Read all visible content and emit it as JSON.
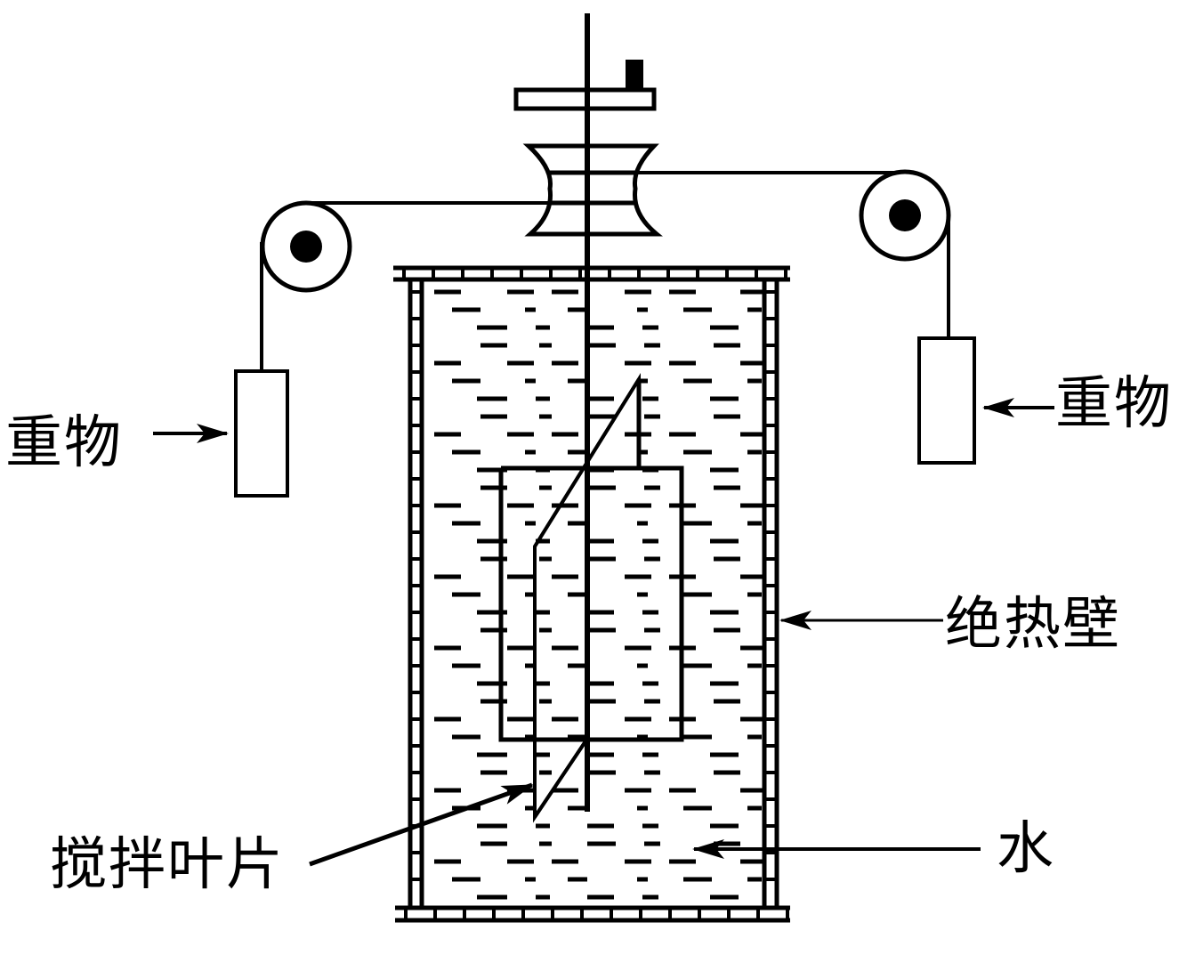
{
  "diagram": {
    "title": "焦耳热功当量实验装置",
    "colors": {
      "ink": "#000000",
      "background": "#ffffff"
    },
    "labels": {
      "weight_left": "重物",
      "weight_right": "重物",
      "adiabatic_wall": "绝热壁",
      "stirring_paddle": "搅拌叶片",
      "water": "水"
    },
    "components": [
      "vertical-shaft",
      "top-disc-with-handle",
      "winding-drum",
      "left-pulley",
      "right-pulley",
      "left-weight",
      "right-weight",
      "insulated-container",
      "water-fill",
      "stirring-paddle",
      "fixed-baffle"
    ]
  }
}
